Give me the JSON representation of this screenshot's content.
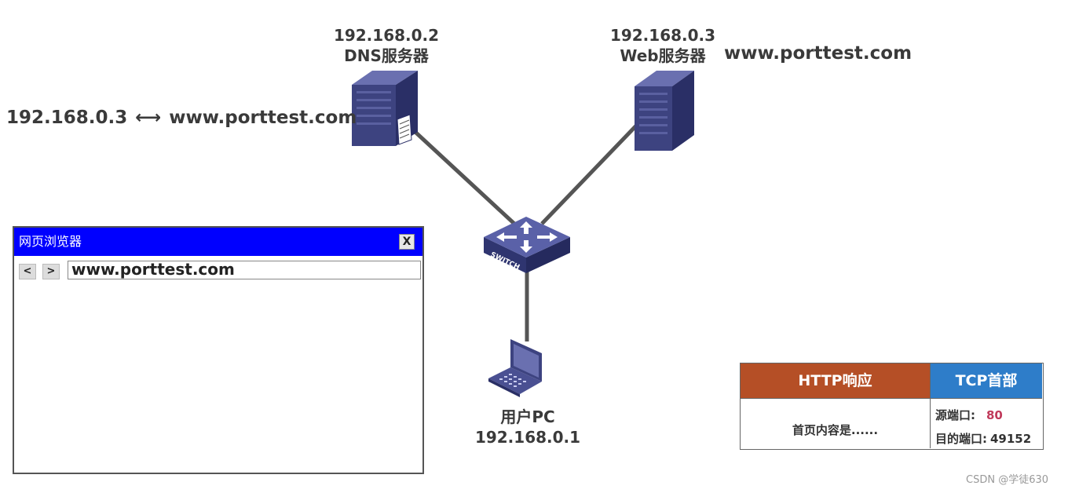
{
  "dns_server": {
    "ip": "192.168.0.2",
    "name": "DNS服务器"
  },
  "web_server": {
    "ip": "192.168.0.3",
    "name": "Web服务器",
    "domain": "www.porttest.com"
  },
  "dns_record": {
    "ip": "192.168.0.3",
    "arrow": "⟷",
    "domain": "www.porttest.com"
  },
  "switch": {
    "label": "SWITCH"
  },
  "user_pc": {
    "name": "用户PC",
    "ip": "192.168.0.1"
  },
  "browser": {
    "title": "网页浏览器",
    "close_label": "X",
    "back_label": "<",
    "forward_label": ">",
    "url": "www.porttest.com"
  },
  "packet": {
    "http_header": "HTTP响应",
    "tcp_header": "TCP首部",
    "body": "首页内容是......",
    "src_port_label": "源端口:",
    "src_port_value": "80",
    "dst_port_label": "目的端口:",
    "dst_port_value": "49152"
  },
  "colors": {
    "http_header": "#b54f26",
    "tcp_header": "#2e7dc9",
    "browser_titlebar": "#0000ff",
    "device": "#3d4380",
    "src_port": "#c0395a"
  },
  "watermark": "CSDN @学徒630"
}
